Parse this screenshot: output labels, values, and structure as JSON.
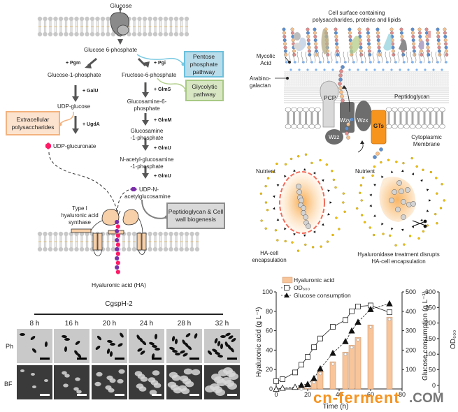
{
  "pathway": {
    "glucose": "Glucose",
    "g6p": "Glucose 6-phosphate",
    "pgm": "+ Pgm",
    "pgi": "+ Pgi",
    "g1p": "Glucose-1-phosphate",
    "f6p": "Fructose-6-phosphate",
    "galu": "+ GalU",
    "glms": "+ GlmS",
    "udp_glucose": "UDP-glucose",
    "glcn6p_1": "Glucosamine-6-",
    "glcn6p_2": "phosphate",
    "ugda": "+ UgdA",
    "glmm": "+ GlmM",
    "glcn1p_1": "Glucosamine",
    "glcn1p_2": "-1-phosphate",
    "glmu1": "+ GlmU",
    "udp_glucuronate": "UDP-glucuronate",
    "nag_1": "N-acetyl-glucosamine",
    "nag_2": "-1-phosphate",
    "glmu2": "+ GlmU",
    "udpnag_1": "UDP-N-",
    "udpnag_2": "acetylglucosamine",
    "synthase_1": "Type I",
    "synthase_2": "hyaluronic acid",
    "synthase_3": "synthase",
    "ha": "Hyaluronic acid (HA)",
    "boxes": {
      "pentose": "Pentose phosphate pathway",
      "glycolytic": "Glycolytic pathway",
      "extracellular": "Extracellular polysaccharides",
      "peptidoglycan": "Peptidoglycan & Cell wall biogenesis"
    },
    "colors": {
      "pentose_bg": "#b9dcea",
      "pentose_border": "#6cc0dc",
      "glycolytic_bg": "#d8e6c4",
      "glycolytic_border": "#a8c985",
      "extracellular_bg": "#fce3cf",
      "extracellular_border": "#f3b27d",
      "peptidoglycan_bg": "#d9d9d9",
      "peptidoglycan_border": "#8c8c8c",
      "glucuronate": "#ff1a66",
      "glcnac": "#7a2fa8",
      "synthase": "#f7cfa8"
    }
  },
  "cellwall": {
    "title_1": "Cell surface containing",
    "title_2": "polysaccharides, proteins and lipids",
    "mycolic_1": "Mycolic",
    "mycolic_2": "Acid",
    "arabino_1": "Arabino-",
    "arabino_2": "galactan",
    "peptidoglycan": "Peptidoglycan",
    "pcp": "PCP",
    "wzy": "Wzy",
    "wzx": "Wzx",
    "wzz": "Wzz",
    "gts": "GTs",
    "membrane_1": "Cytoplasmic",
    "membrane_2": "Membrane",
    "colors": {
      "gts": "#f7941d",
      "wz": "#6d6d6d",
      "pcp": "#d9d9d9"
    }
  },
  "encapsulation": {
    "nutrient_left": "Nutrient",
    "nutrient_right": "Nutrient",
    "left_caption_1": "HA-cell",
    "left_caption_2": "encapsulation",
    "right_caption_1": "Hyaluronidase treatment disrupts",
    "right_caption_2": "HA-cell encapsulation",
    "colors": {
      "capsule_border": "#f26b5b",
      "nutrient": "#f2c200",
      "glow": "#f8a94a"
    }
  },
  "microscopy": {
    "strain": "CgspH-2",
    "timepoints": [
      "8 h",
      "16 h",
      "20 h",
      "24 h",
      "28 h",
      "32 h"
    ],
    "row_labels": [
      "Ph",
      "BF"
    ]
  },
  "chart_data": {
    "type": "bar",
    "title": "",
    "xlabel": "Time (h)",
    "ylabel": "Hyaluronic acid (g L⁻¹)",
    "y2label": "Glucose consumption (g L⁻¹)",
    "y3label": "OD₆₀₀",
    "xlim": [
      0,
      80
    ],
    "ylim": [
      0,
      100
    ],
    "y2lim": [
      0,
      500
    ],
    "y3lim": [
      -25,
      300
    ],
    "xticks": [
      "0",
      "20",
      "40",
      "60",
      "80"
    ],
    "yticks": [
      "0",
      "20",
      "40",
      "60",
      "80",
      "100"
    ],
    "y2ticks": [
      "100",
      "200",
      "300",
      "400",
      "500"
    ],
    "y3ticks": [
      "0",
      "50",
      "100",
      "150",
      "200",
      "250",
      "300"
    ],
    "legend": [
      "Hyaluronic acid",
      "OD₆₀₀",
      "Glucose consumption"
    ],
    "legend_position": "top-left",
    "series": [
      {
        "name": "Hyaluronic acid",
        "kind": "bar",
        "axis": "left",
        "color": "#f8c49a",
        "x": [
          0,
          4,
          8,
          12,
          16,
          20,
          24,
          28,
          36,
          44,
          48,
          52,
          60,
          72
        ],
        "values": [
          0,
          0,
          0,
          0,
          2,
          4,
          9,
          18,
          28,
          38,
          45,
          53,
          66,
          74
        ]
      },
      {
        "name": "OD₆₀₀",
        "kind": "line-open-square",
        "axis": "left-scaled",
        "x": [
          0,
          4,
          12,
          16,
          20,
          24,
          28,
          36,
          44,
          48,
          52,
          60,
          72
        ],
        "values": [
          8,
          10,
          17,
          25,
          33,
          43,
          52,
          64,
          71,
          80,
          85,
          86,
          79
        ]
      },
      {
        "name": "Glucose consumption",
        "kind": "line-filled-triangle",
        "axis": "right",
        "x": [
          0,
          4,
          12,
          16,
          20,
          24,
          28,
          36,
          44,
          48,
          52,
          60,
          72
        ],
        "values": [
          0,
          5,
          10,
          20,
          25,
          55,
          105,
          185,
          245,
          300,
          345,
          410,
          440
        ]
      }
    ]
  },
  "watermark": {
    "part1": "cn-ferment",
    "part2": ".COM"
  }
}
